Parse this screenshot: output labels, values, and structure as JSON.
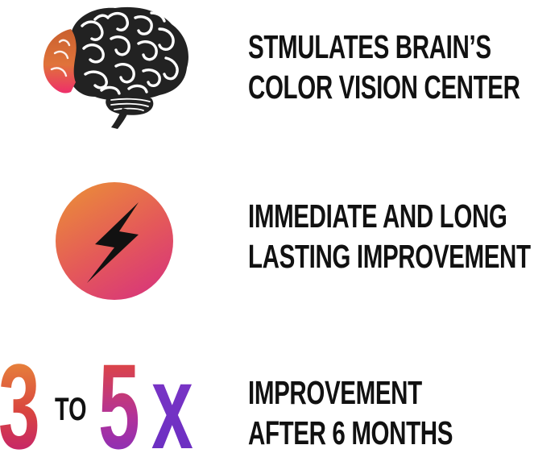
{
  "features": [
    {
      "icon": "brain-icon",
      "lines": [
        "STMULATES BRAIN’S",
        "COLOR VISION CENTER"
      ]
    },
    {
      "icon": "lightning-bolt-icon",
      "lines": [
        "IMMEDIATE AND LONG",
        "LASTING IMPROVEMENT"
      ]
    },
    {
      "icon": "multiplier-graphic",
      "multiplier": {
        "from": "3",
        "connector": "TO",
        "to": "5",
        "suffix": "x"
      },
      "lines": [
        "IMPROVEMENT",
        "AFTER 6 MONTHS"
      ]
    }
  ],
  "colors": {
    "text": "#111111",
    "brain_dark": "#222222",
    "brain_accent_top": "#e0733a",
    "brain_accent_bottom": "#e8306a",
    "bolt_circle_top": "#ea8a3a",
    "bolt_circle_bottom": "#d8367a"
  }
}
